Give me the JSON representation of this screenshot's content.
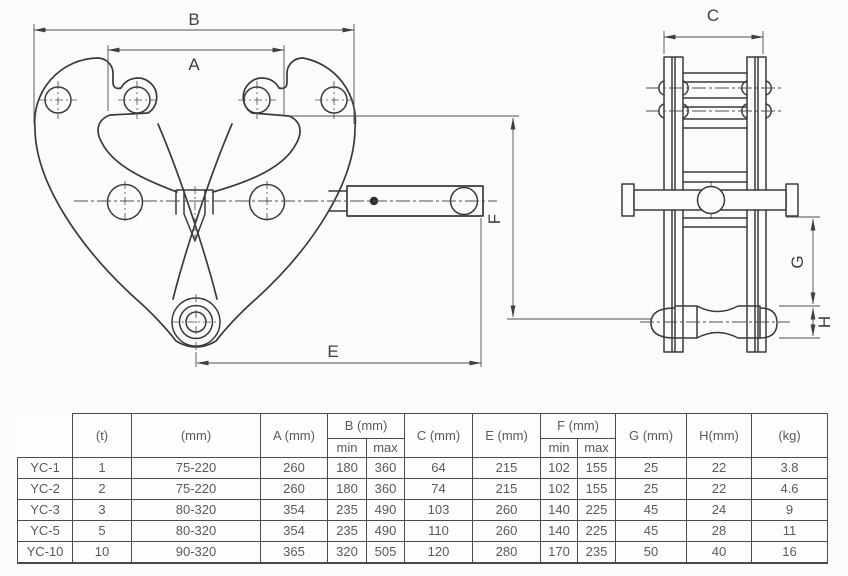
{
  "drawing": {
    "labels": {
      "a": "A",
      "b": "B",
      "c": "C",
      "e": "E",
      "f": "F",
      "g": "G",
      "h": "H"
    }
  },
  "colors": {
    "background": "#fbfbfb",
    "drawing_line": "#3a3a3a",
    "dimension_line": "#4f4f4f",
    "table_border": "#4a4a4a",
    "text": "#5a5a5a"
  },
  "table": {
    "headers": {
      "t": "(t)",
      "range": "(mm)",
      "a": "A (mm)",
      "b": "B (mm)",
      "c": "C (mm)",
      "e": "E (mm)",
      "f": "F (mm)",
      "g": "G (mm)",
      "h": "H(mm)",
      "kg": "(kg)",
      "min": "min",
      "max": "max"
    },
    "rows": [
      {
        "model": "YC-1",
        "t": "1",
        "range": "75-220",
        "a": "260",
        "bmin": "180",
        "bmax": "360",
        "c": "64",
        "e": "215",
        "fmin": "102",
        "fmax": "155",
        "g": "25",
        "h": "22",
        "kg": "3.8"
      },
      {
        "model": "YC-2",
        "t": "2",
        "range": "75-220",
        "a": "260",
        "bmin": "180",
        "bmax": "360",
        "c": "74",
        "e": "215",
        "fmin": "102",
        "fmax": "155",
        "g": "25",
        "h": "22",
        "kg": "4.6"
      },
      {
        "model": "YC-3",
        "t": "3",
        "range": "80-320",
        "a": "354",
        "bmin": "235",
        "bmax": "490",
        "c": "103",
        "e": "260",
        "fmin": "140",
        "fmax": "225",
        "g": "45",
        "h": "24",
        "kg": "9"
      },
      {
        "model": "YC-5",
        "t": "5",
        "range": "80-320",
        "a": "354",
        "bmin": "235",
        "bmax": "490",
        "c": "110",
        "e": "260",
        "fmin": "140",
        "fmax": "225",
        "g": "45",
        "h": "28",
        "kg": "11"
      },
      {
        "model": "YC-10",
        "t": "10",
        "range": "90-320",
        "a": "365",
        "bmin": "320",
        "bmax": "505",
        "c": "120",
        "e": "280",
        "fmin": "170",
        "fmax": "235",
        "g": "50",
        "h": "40",
        "kg": "16"
      }
    ]
  }
}
